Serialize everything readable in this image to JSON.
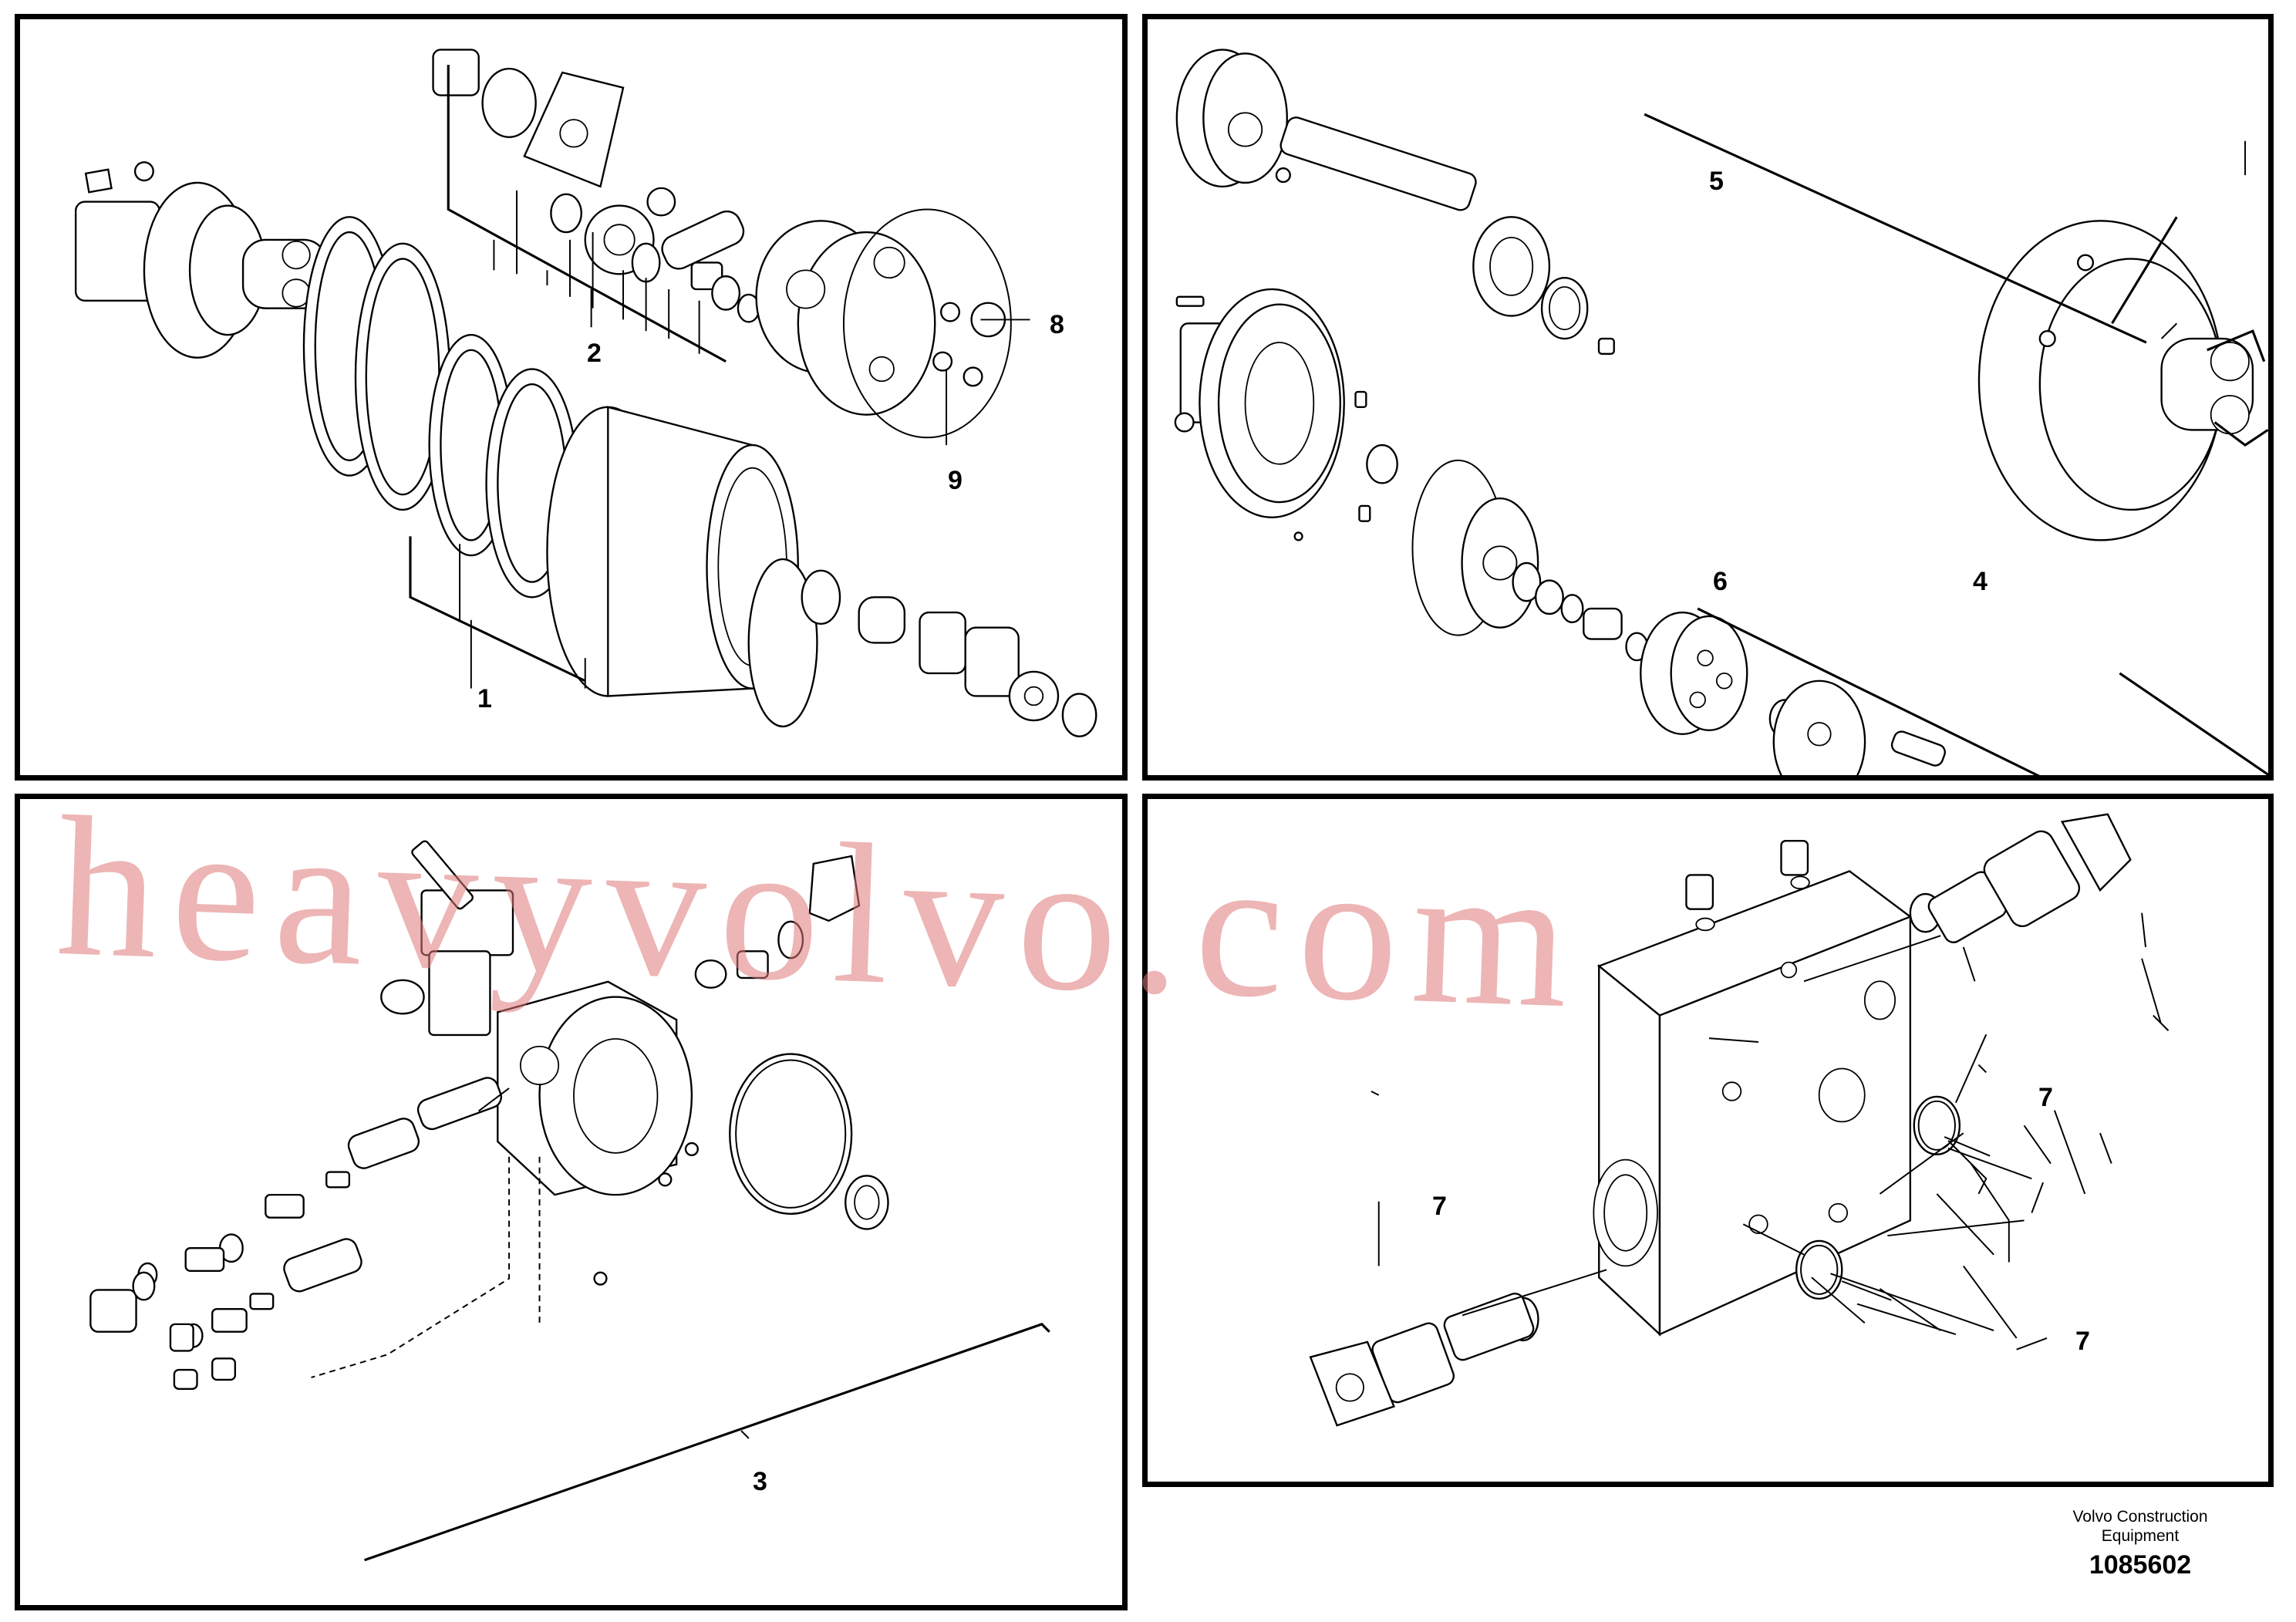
{
  "panels": [
    {
      "callouts": [
        "1",
        "2",
        "8",
        "9"
      ]
    },
    {
      "callouts": [
        "5",
        "6",
        "4"
      ]
    },
    {
      "callouts": [
        "3"
      ]
    },
    {
      "callouts": [
        "7",
        "7",
        "7"
      ]
    }
  ],
  "caption": {
    "organization_line1": "Volvo Construction",
    "organization_line2": "Equipment",
    "figure_number": "1085602"
  },
  "watermark": "heavyvolvo.com"
}
